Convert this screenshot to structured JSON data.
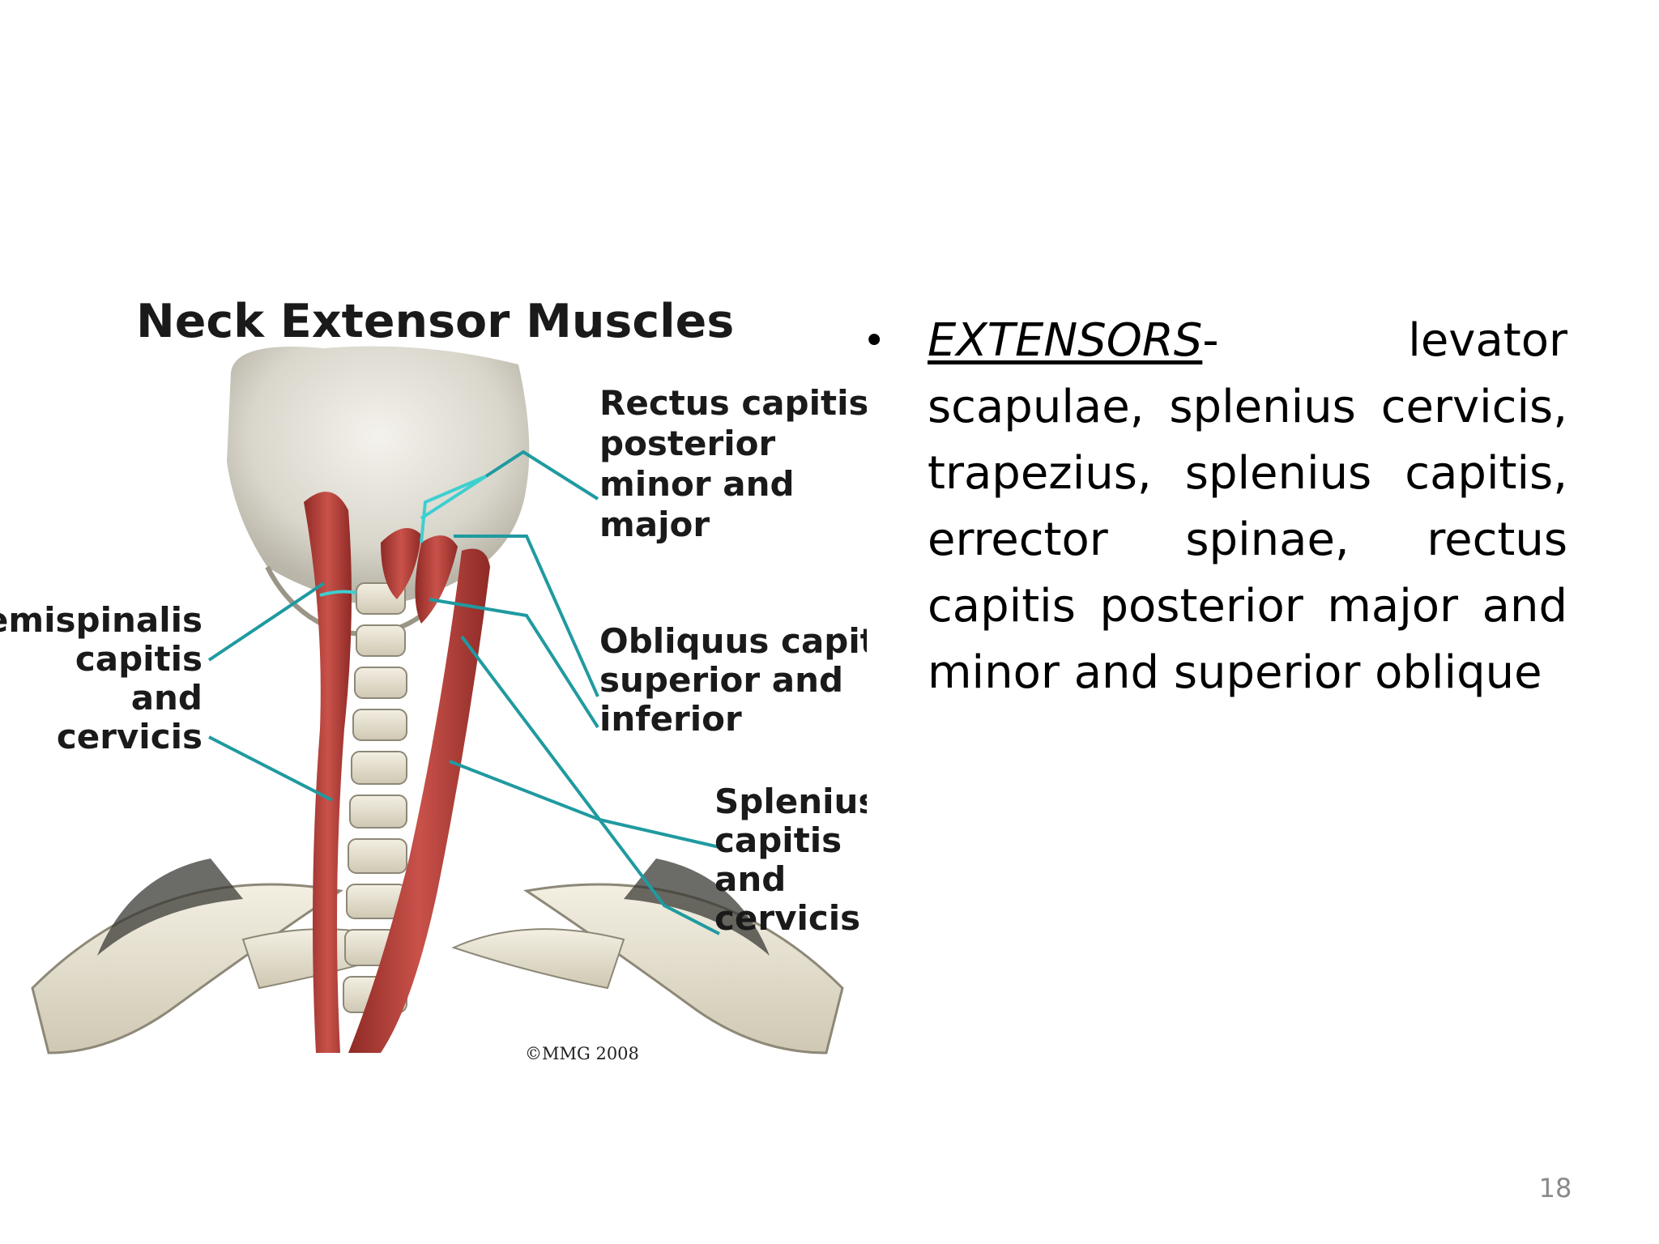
{
  "figure": {
    "title": "Neck Extensor Muscles",
    "copyright": "©MMG 2008",
    "labels": {
      "rectus": [
        "Rectus capitis",
        "posterior",
        "minor and",
        "major"
      ],
      "semispinalis": [
        "Semispinalis",
        "capitis",
        "and",
        "cervicis"
      ],
      "obliquus": [
        "Obliquus capitis",
        "superior and",
        "inferior"
      ],
      "splenius": [
        "Splenius",
        "capitis",
        "and",
        "cervicis"
      ]
    },
    "colors": {
      "muscle": "#b23a34",
      "bone": "#e8e2d2",
      "leader": "#1f9aa0"
    }
  },
  "bullet": {
    "term": "EXTENSORS",
    "text": "- levator scapulae, splenius cervicis, trapezius, splenius capitis, errector spinae, rectus capitis posterior major and minor and superior oblique"
  },
  "page_number": "18"
}
